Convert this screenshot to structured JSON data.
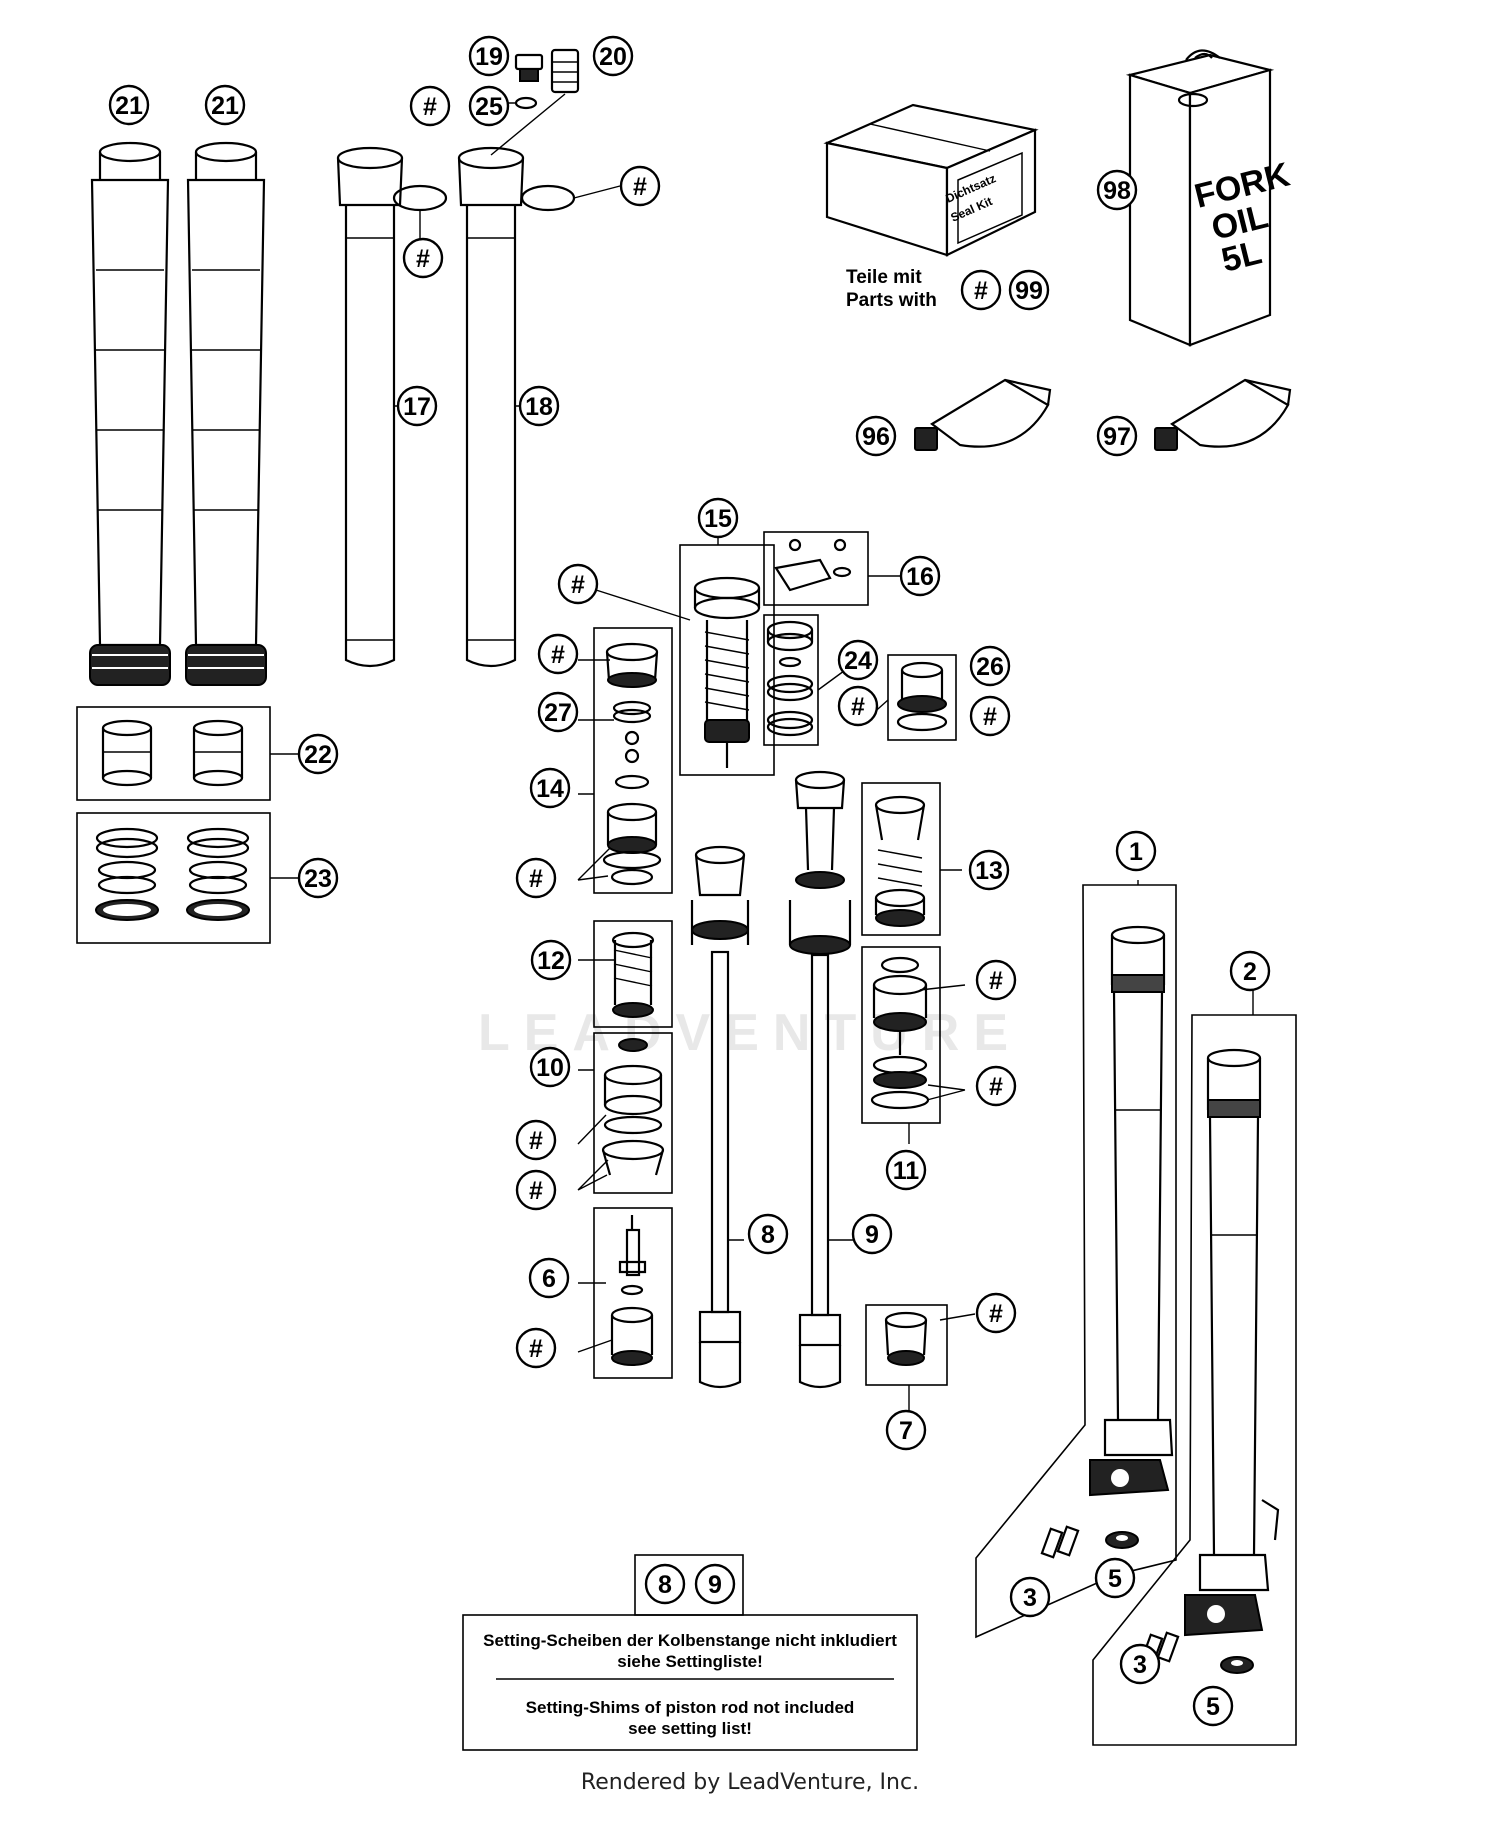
{
  "callouts": {
    "c21a": "21",
    "c21b": "21",
    "c19": "19",
    "c20": "20",
    "c25": "25",
    "c25h": "#",
    "c17h": "#",
    "c18h": "#",
    "c17": "17",
    "c18": "18",
    "c98": "98",
    "c99h": "#",
    "c99": "99",
    "c96": "96",
    "c97": "97",
    "c22": "22",
    "c23": "23",
    "c15": "15",
    "c15h": "#",
    "c16": "16",
    "c24": "24",
    "c24h": "#",
    "c26": "26",
    "c26h": "#",
    "c14a": "#",
    "c27": "27",
    "c14": "14",
    "c14b": "#",
    "c13": "13",
    "c12": "12",
    "c10": "10",
    "c10a": "#",
    "c10b": "#",
    "c11a": "#",
    "c11b": "#",
    "c11": "11",
    "c8": "8",
    "c9": "9",
    "c6": "6",
    "c6h": "#",
    "c7h": "#",
    "c7": "7",
    "c1": "1",
    "c2": "2",
    "c3a": "3",
    "c5a": "5",
    "c3b": "3",
    "c5b": "5",
    "n8": "8",
    "n9": "9"
  },
  "seal_kit": {
    "box_label_1": "Dichtsatz",
    "box_label_2": "Seal Kit",
    "parts_line_1": "Teile mit",
    "parts_line_2": "Parts with"
  },
  "oil_can": {
    "line1": "FORK",
    "line2": "OIL",
    "line3": "5L"
  },
  "note": {
    "de_line_1": "Setting-Scheiben der Kolbenstange nicht inkludiert",
    "de_line_2": "siehe Settingliste!",
    "en_line_1": "Setting-Shims of piston rod not included",
    "en_line_2": "see setting list!"
  },
  "watermark": "LEADVENTURE",
  "footer": "Rendered by LeadVenture, Inc."
}
